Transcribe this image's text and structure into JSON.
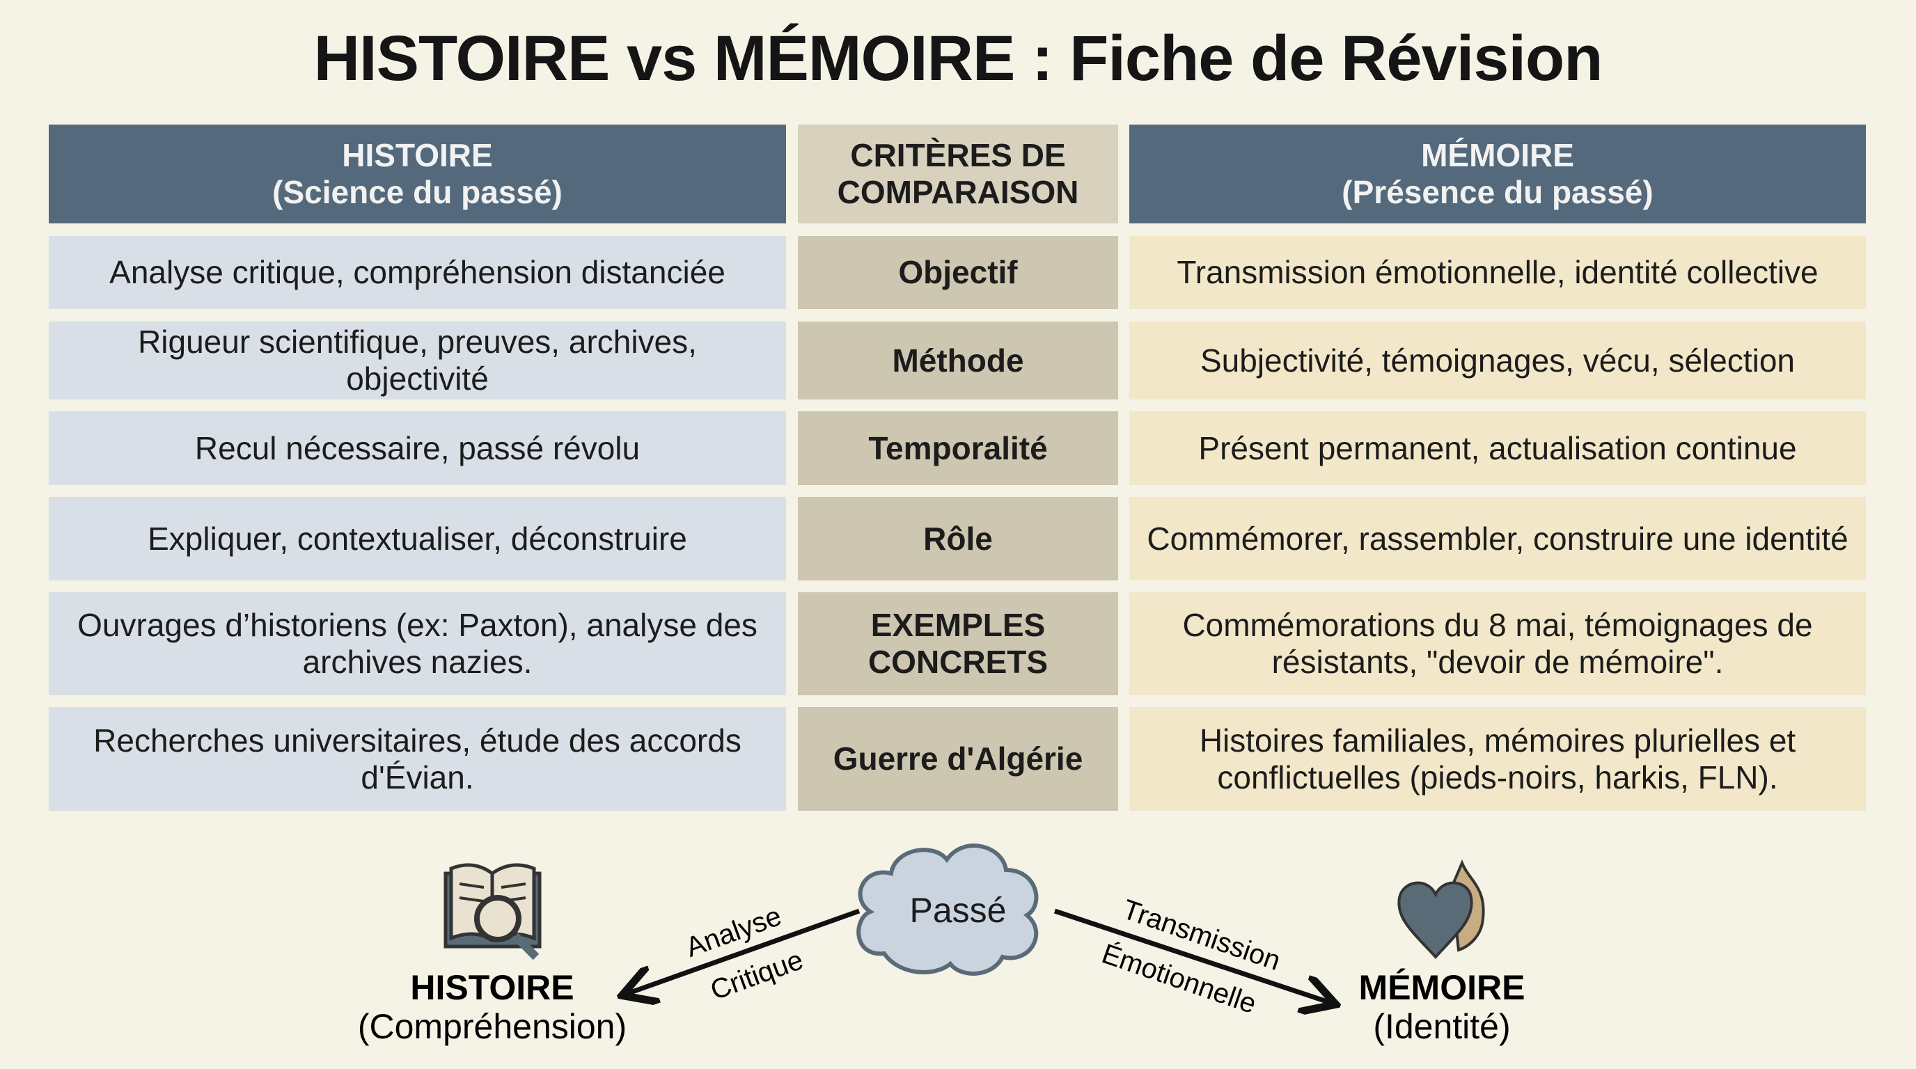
{
  "title": "HISTOIRE vs MÉMOIRE : Fiche de Révision",
  "table": {
    "headers": [
      "HISTOIRE\n(Science du passé)",
      "CRITÈRES DE\nCOMPARAISON",
      "MÉMOIRE\n(Présence du passé)"
    ],
    "rows": [
      {
        "histoire": "Analyse critique, compréhension distanciée",
        "critere": "Objectif",
        "memoire": "Transmission émotionnelle, identité collective"
      },
      {
        "histoire": "Rigueur scientifique, preuves, archives, objectivité",
        "critere": "Méthode",
        "memoire": "Subjectivité, témoignages, vécu, sélection"
      },
      {
        "histoire": "Recul nécessaire, passé révolu",
        "critere": "Temporalité",
        "memoire": "Présent permanent, actualisation continue"
      },
      {
        "histoire": "Expliquer, contextualiser, déconstruire",
        "critere": "Rôle",
        "memoire": "Commémorer, rassembler, construire une identité"
      },
      {
        "histoire": "Ouvrages d’historiens (ex: Paxton), analyse des archives nazies.",
        "critere": "EXEMPLES CONCRETS",
        "memoire": "Commémorations du 8 mai, témoignages de résistants, \"devoir de mémoire\"."
      },
      {
        "histoire": "Recherches universitaires, étude des accords d'Évian.",
        "critere": "Guerre d'Algérie",
        "memoire": "Histoires familiales, mémoires plurielles et conflictuelles (pieds-noirs, harkis, FLN)."
      }
    ]
  },
  "diagram": {
    "center": "Passé",
    "left_arrow": [
      "Analyse",
      "Critique"
    ],
    "right_arrow": [
      "Transmission",
      "Émotionnelle"
    ],
    "histoire": {
      "label": "HISTOIRE",
      "sub": "(Compréhension)",
      "icon": "book-magnifier-icon"
    },
    "memoire": {
      "label": "MÉMOIRE",
      "sub": "(Identité)",
      "icon": "flaming-heart-icon"
    }
  },
  "colors": {
    "header": "#546a7c",
    "histoire_cell": "#d9dfe6",
    "critere_cell": "#cdc6b0",
    "memoire_cell": "#f3e7c9",
    "background": "#f5f2e6"
  }
}
